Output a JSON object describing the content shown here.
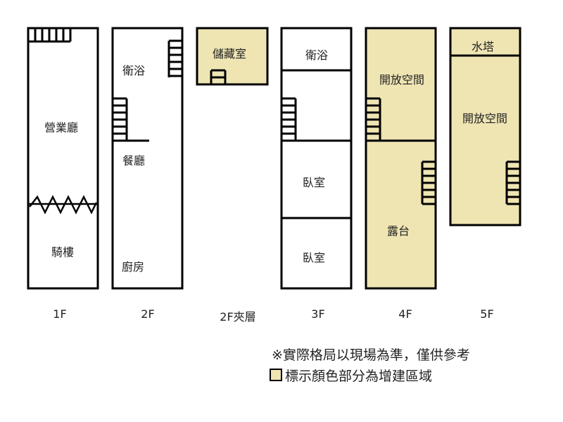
{
  "colors": {
    "addition": "#efe5b3",
    "line": "#000000",
    "background": "#ffffff"
  },
  "floors": [
    {
      "id": "1F",
      "label": "1F",
      "rooms": [
        {
          "name": "營業廳",
          "added": false
        },
        {
          "name": "騎樓",
          "added": false
        }
      ]
    },
    {
      "id": "2F",
      "label": "2F",
      "rooms": [
        {
          "name": "衛浴",
          "added": false
        },
        {
          "name": "餐廳",
          "added": false
        },
        {
          "name": "廚房",
          "added": false
        }
      ]
    },
    {
      "id": "2F-mezzanine",
      "label": "2F夾層",
      "rooms": [
        {
          "name": "儲藏室",
          "added": true
        }
      ]
    },
    {
      "id": "3F",
      "label": "3F",
      "rooms": [
        {
          "name": "衛浴",
          "added": false
        },
        {
          "name": "臥室",
          "added": false
        },
        {
          "name": "臥室",
          "added": false
        }
      ]
    },
    {
      "id": "4F",
      "label": "4F",
      "rooms": [
        {
          "name": "開放空間",
          "added": true
        },
        {
          "name": "露台",
          "added": true
        }
      ]
    },
    {
      "id": "5F",
      "label": "5F",
      "rooms": [
        {
          "name": "水塔",
          "added": true
        },
        {
          "name": "開放空間",
          "added": true
        }
      ]
    }
  ],
  "note": "※實際格局以現場為準，僅供參考",
  "legend": {
    "label": "標示顏色部分為增建區域",
    "swatch_icon": "color-swatch"
  }
}
